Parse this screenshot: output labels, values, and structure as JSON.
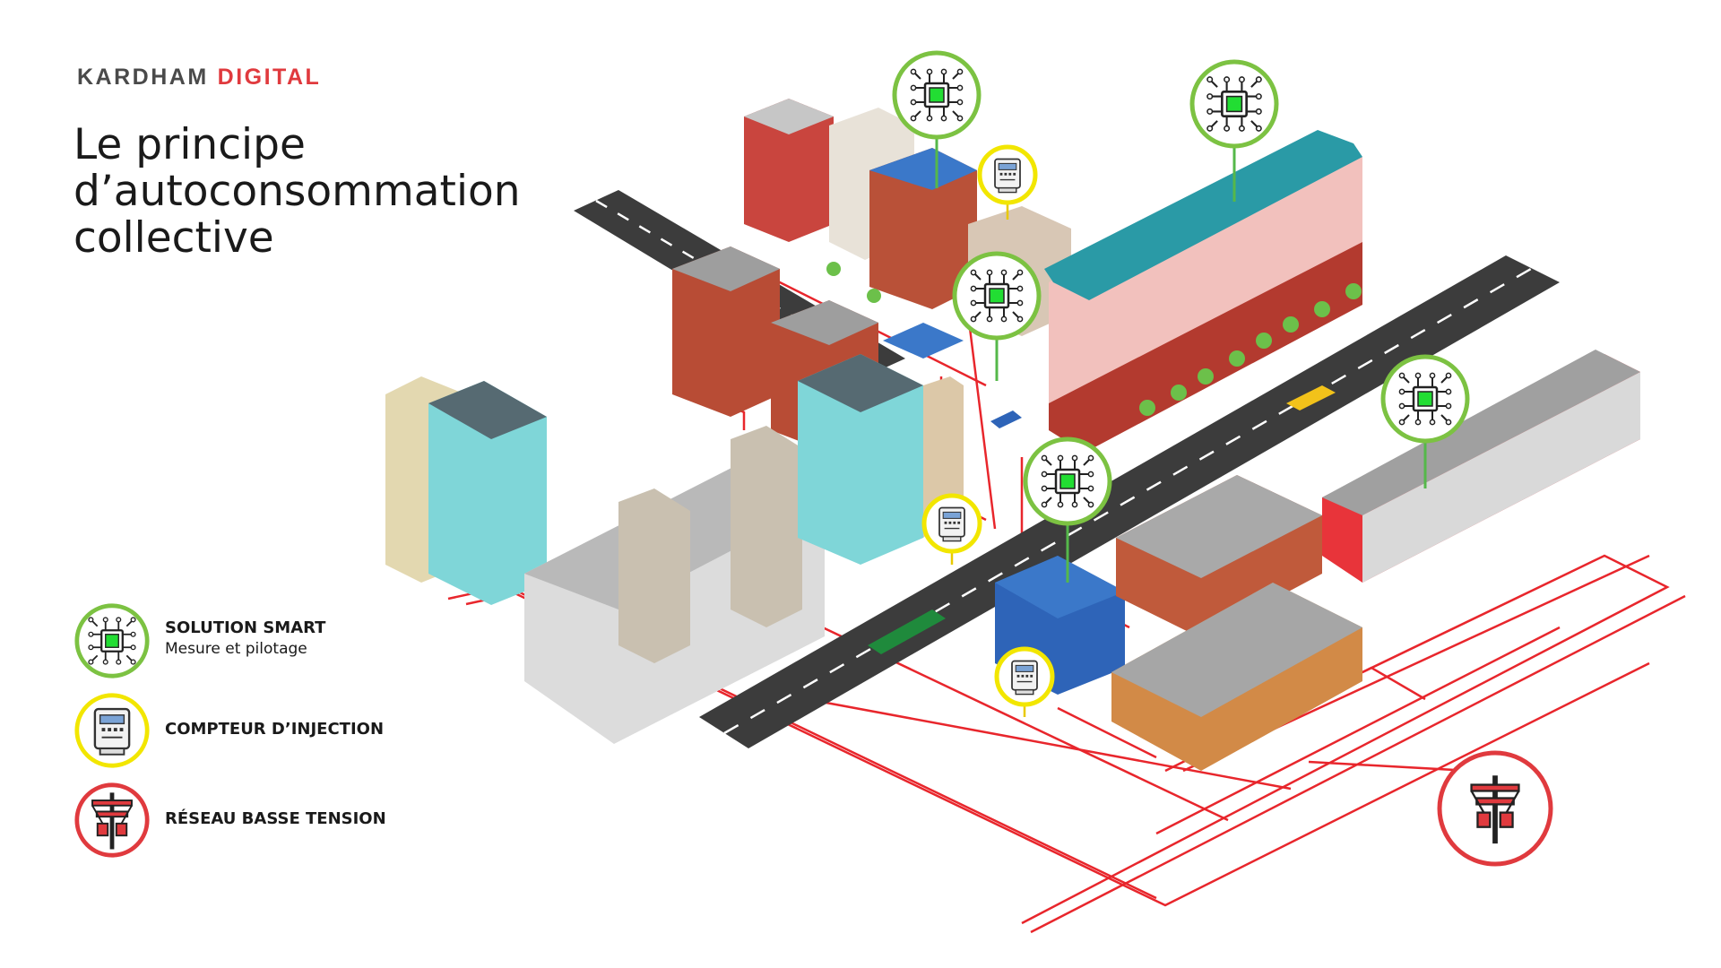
{
  "brand": {
    "part1": "KARDHAM",
    "part2": "DIGITAL",
    "accent_color": "#e03a3e"
  },
  "title": {
    "line1": "Le principe",
    "line2": "d’autoconsommation",
    "line3": "collective"
  },
  "legend": {
    "smart": {
      "title": "SOLUTION SMART",
      "subtitle": "Mesure et pilotage",
      "icon": "chip-icon",
      "color": "#7cc242"
    },
    "meter": {
      "title": "COMPTEUR D’INJECTION",
      "icon": "meter-icon",
      "color": "#f2e600"
    },
    "grid": {
      "title": "RÉSEAU BASSE TENSION",
      "icon": "power-pole-icon",
      "color": "#e03a3e"
    }
  },
  "colors": {
    "road": "#3c3c3c",
    "grid_line": "#e8262c",
    "smart_ring": "#7cc242",
    "meter_ring": "#f2e600"
  }
}
